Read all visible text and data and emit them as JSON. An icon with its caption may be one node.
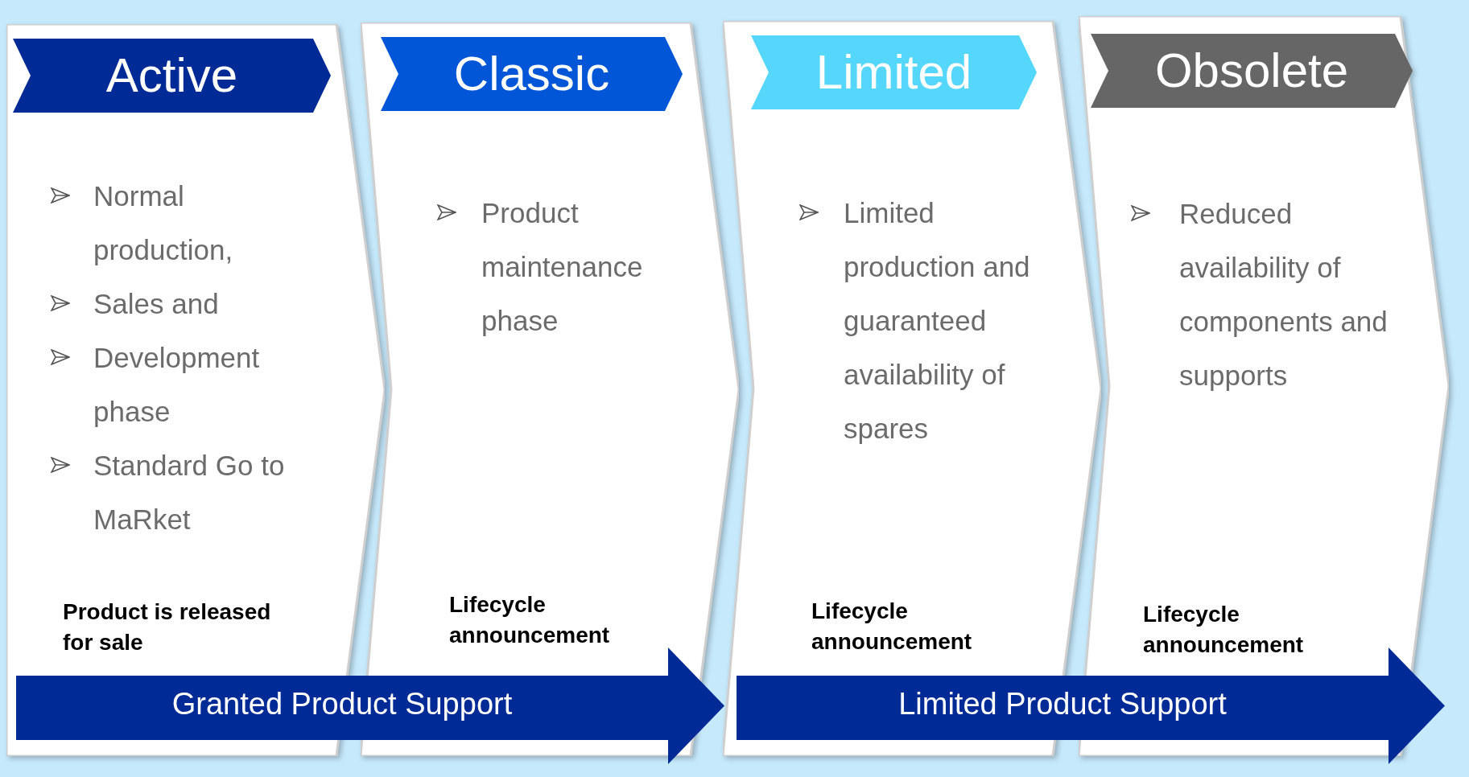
{
  "diagram": {
    "nodes": [
      {
        "text": [
          "Normal production,",
          "Sales and",
          "Development phase",
          "Standard Go to MaRket",
          "Product is released for sale"
        ]
      },
      {
        "text": [
          "Active"
        ],
        "in": 0
      },
      {
        "text": [
          "Product maintenance phase",
          "Lifecycle announcement"
        ]
      },
      {
        "text": [
          "Classic"
        ],
        "in": 2
      },
      {
        "text": [
          "Limited production and guaranteed availability of spares",
          "Lifecycle announcement"
        ]
      },
      {
        "text": [
          "Limited"
        ],
        "in": 4
      },
      {
        "text": [
          "Reduced availability of components and supports",
          "Lifecycle announcement"
        ]
      },
      {
        "text": [
          "Obsolete"
        ],
        "in": 6
      },
      {
        "text": [
          "Granted Product Support"
        ]
      },
      {
        "text": [
          "Limited Product Support"
        ]
      }
    ],
    "edges": []
  }
}
